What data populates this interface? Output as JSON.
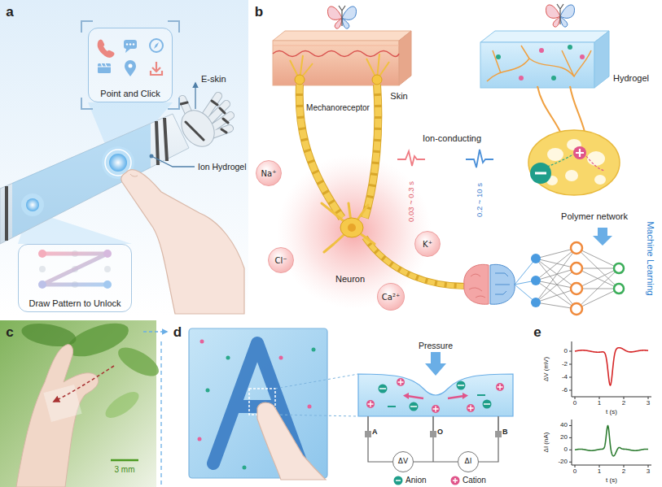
{
  "diagram": {
    "nodes": [
      {
        "text": [
          "Point and Click"
        ]
      },
      {
        "text": [
          "Draw Pattern to Unlock"
        ]
      },
      {
        "text": [
          "Na⁺"
        ]
      },
      {
        "text": [
          "K⁺"
        ]
      },
      {
        "text": [
          "Cl⁻"
        ]
      },
      {
        "text": [
          "Ca²⁺"
        ]
      },
      {
        "text": [
          "ΔV"
        ]
      },
      {
        "text": [
          "ΔI"
        ]
      }
    ],
    "labels": [
      "a",
      "E-skin",
      "Ion Hydrogel",
      "b",
      "Skin",
      "Hydrogel",
      "Mechanoreceptor",
      "Ion-conducting",
      "0.03 ~ 0.3 s",
      "0.2 ~ 10 s",
      "Polymer network",
      "Neuron",
      "Machine Learning",
      "c",
      "3 mm",
      "d",
      "Pressure",
      "A",
      "O",
      "B",
      "e",
      "ΔV (mV)",
      "0",
      "-2",
      "-4",
      "-6",
      "0",
      "1",
      "2",
      "3",
      "t (s)",
      "ΔI (nA)",
      "40",
      "20",
      "0",
      "-20",
      "0",
      "1",
      "2",
      "3",
      "t (s)"
    ],
    "legend": [
      {
        "text": "Anion"
      },
      {
        "text": "Cation"
      }
    ]
  }
}
